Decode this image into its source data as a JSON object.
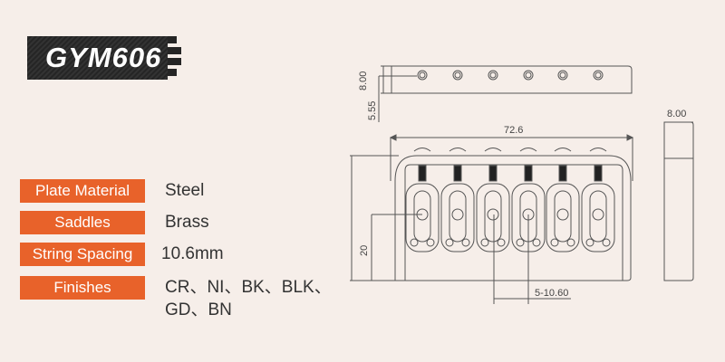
{
  "product": {
    "model": "GYM606"
  },
  "specs": [
    {
      "label": "Plate Material",
      "value": "Steel"
    },
    {
      "label": "Saddles",
      "value": "Brass"
    },
    {
      "label": "String Spacing",
      "value": "10.6mm"
    },
    {
      "label": "Finishes",
      "value": "CR、NI、BK、BLK、",
      "value2": "GD、BN"
    }
  ],
  "drawing": {
    "top_height": "8.00",
    "top_hole": "5.55",
    "width": "72.6",
    "side_depth": "8.00",
    "saddle_height": "20",
    "spacing": "5-10.60"
  },
  "colors": {
    "accent": "#e8622a",
    "background": "#f6eee9",
    "logo_bg": "#222222"
  }
}
